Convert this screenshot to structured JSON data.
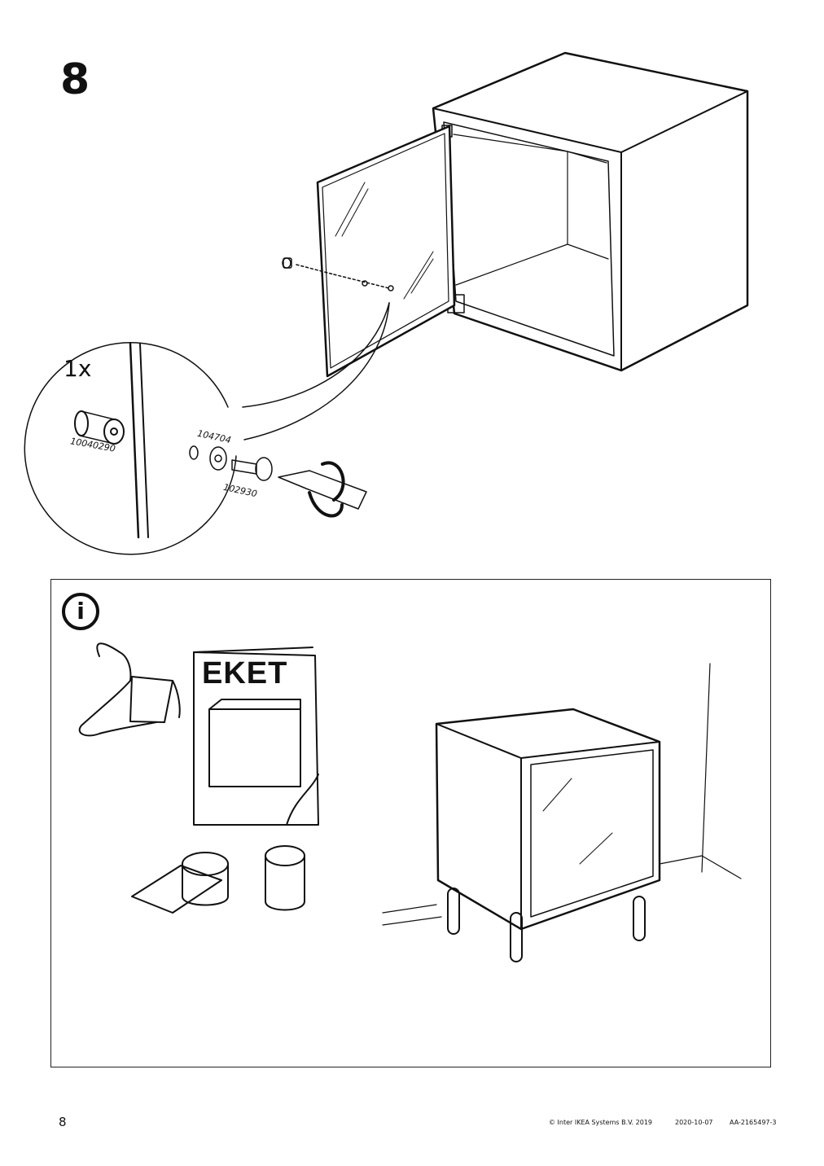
{
  "step": {
    "number": "8",
    "quantity": "1x"
  },
  "parts": [
    {
      "id": "10040290"
    },
    {
      "id": "104704"
    },
    {
      "id": "102930"
    }
  ],
  "info": {
    "icon_label": "i",
    "brand": "EKET"
  },
  "footer": {
    "page": "8",
    "copyright": "© Inter IKEA Systems B.V. 2019",
    "date": "2020-10-07",
    "doc_code": "AA-2165497-3"
  }
}
